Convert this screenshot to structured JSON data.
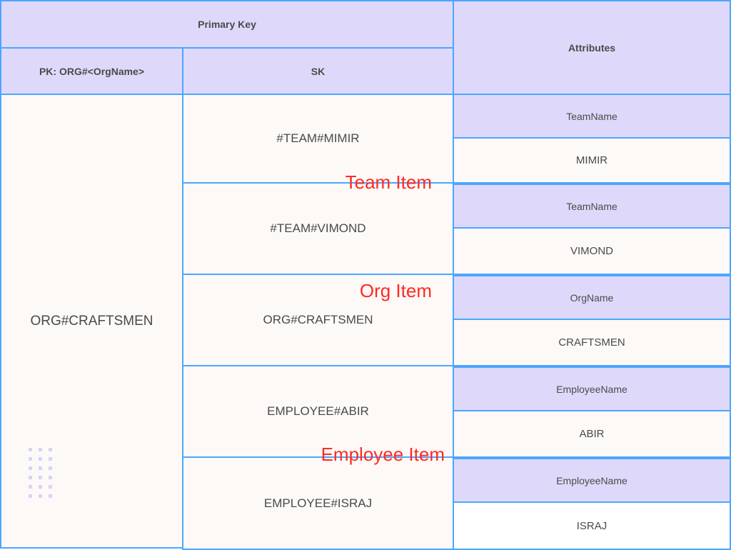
{
  "table": {
    "group_headers": [
      {
        "label": "Primary Key"
      },
      {
        "label": "Attributes"
      }
    ],
    "column_headers": [
      {
        "label": "PK: ORG#<OrgName>"
      },
      {
        "label": "SK"
      }
    ],
    "partition_key": {
      "value": "ORG#CRAFTSMEN"
    },
    "rows": [
      {
        "sk": "#TEAM#MIMIR",
        "attribute_name": "TeamName",
        "attribute_value": "MIMIR"
      },
      {
        "sk": "#TEAM#VIMOND",
        "attribute_name": "TeamName",
        "attribute_value": "VIMOND"
      },
      {
        "sk": "ORG#CRAFTSMEN",
        "attribute_name": "OrgName",
        "attribute_value": "CRAFTSMEN"
      },
      {
        "sk": "EMPLOYEE#ABIR",
        "attribute_name": "EmployeeName",
        "attribute_value": "ABIR"
      },
      {
        "sk": "EMPLOYEE#ISRAJ",
        "attribute_name": "EmployeeName",
        "attribute_value": "ISRAJ"
      }
    ]
  },
  "annotations": [
    {
      "label": "Team Item"
    },
    {
      "label": "Org Item"
    },
    {
      "label": "Employee Item"
    }
  ],
  "colors": {
    "header_fill": "#DED9FB",
    "border": "#4DA6FF",
    "annotation_text": "#FF2A23",
    "cell_fill": "#FDF9F7",
    "text": "#4A4A4A"
  },
  "decoration": {
    "dot_grid_name": "dot-grid-ornament",
    "dot_color": "#D9D2FB",
    "columns": 3,
    "rows": 6
  }
}
